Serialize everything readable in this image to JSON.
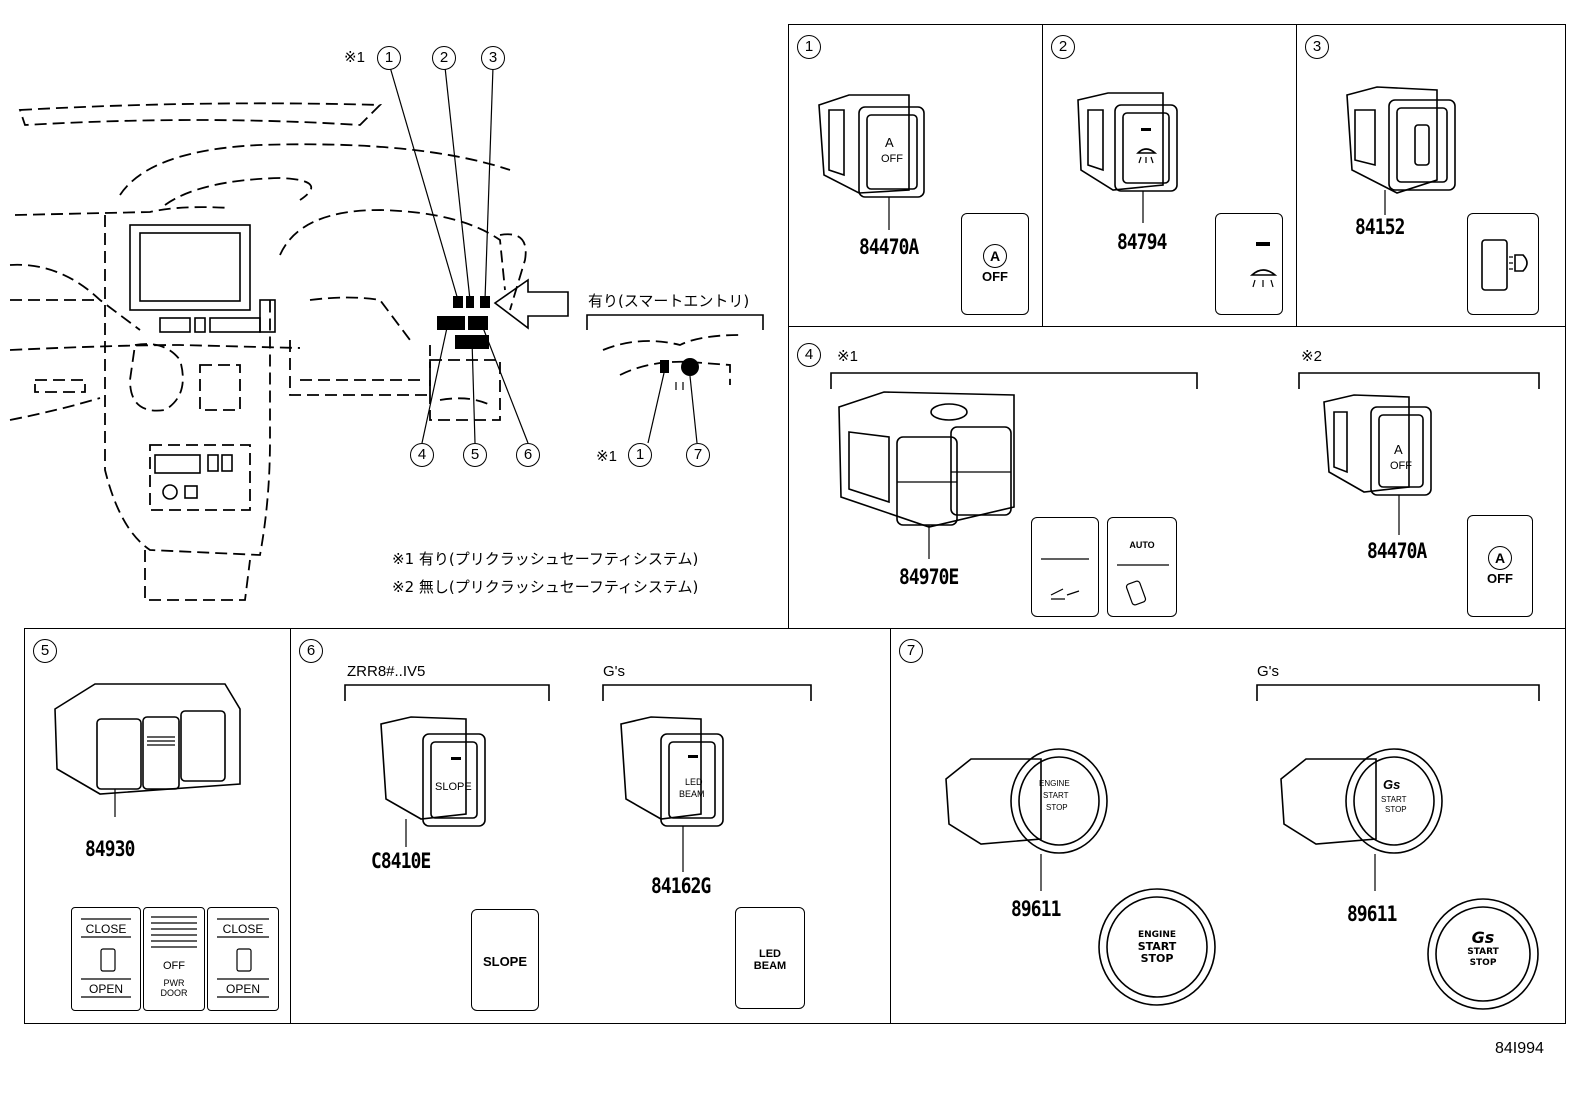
{
  "overview": {
    "marker_note": "※1",
    "callouts": [
      "1",
      "2",
      "3",
      "4",
      "5",
      "6"
    ],
    "smart_entry_label": "有り(スマートエントリ)",
    "smart_entry_callouts": [
      "1",
      "7"
    ],
    "smart_entry_note": "※1",
    "footnote_1": "※1 有り(プリクラッシュセーフティシステム)",
    "footnote_2": "※2 無し(プリクラッシュセーフティシステム)"
  },
  "panels": {
    "p1": {
      "num": "1",
      "part": "84470A",
      "icon_top": "A",
      "icon_bottom": "OFF",
      "switch_top": "A",
      "switch_bottom": "OFF"
    },
    "p2": {
      "num": "2",
      "part": "84794"
    },
    "p3": {
      "num": "3",
      "part": "84152"
    },
    "p4": {
      "num": "4",
      "note_1": "※1",
      "note_2": "※2",
      "part_1": "84970E",
      "part_2": "84470A",
      "icon_auto": "AUTO",
      "icon_top": "A",
      "icon_bottom": "OFF",
      "switch_top": "A",
      "switch_bottom": "OFF"
    },
    "p5": {
      "num": "5",
      "part": "84930",
      "close_l": "CLOSE",
      "open_l": "OPEN",
      "close_r": "CLOSE",
      "open_r": "OPEN",
      "off": "OFF",
      "pwr": "PWR",
      "door": "DOOR"
    },
    "p6": {
      "num": "6",
      "variant_1": "ZRR8#..IV5",
      "variant_2": "G's",
      "part_1": "C8410E",
      "part_2": "84162G",
      "slope": "SLOPE",
      "led": "LED",
      "beam": "BEAM"
    },
    "p7": {
      "num": "7",
      "variant": "G's",
      "part_1": "89611",
      "part_2": "89611",
      "engine": "ENGINE",
      "start": "START",
      "stop": "STOP",
      "gs_logo": "Gs"
    }
  },
  "diagram_code": "84I994"
}
